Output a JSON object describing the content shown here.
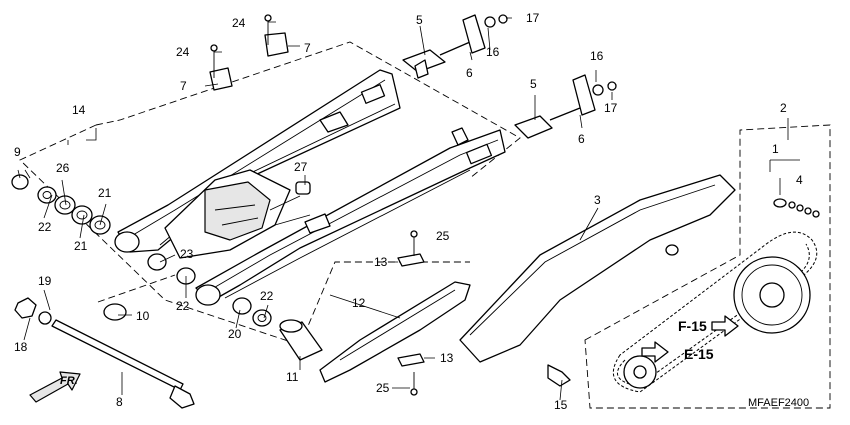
{
  "diagram_code": "MFAEF2400",
  "front_label": "FR.",
  "ref_labels": {
    "f15": "F-15",
    "e15": "E-15"
  },
  "callouts": {
    "c1": "1",
    "c2": "2",
    "c3": "3",
    "c4": "4",
    "c5a": "5",
    "c5b": "5",
    "c6a": "6",
    "c6b": "6",
    "c7a": "7",
    "c7b": "7",
    "c8": "8",
    "c9": "9",
    "c10": "10",
    "c11": "11",
    "c12": "12",
    "c13a": "13",
    "c13b": "13",
    "c14": "14",
    "c15": "15",
    "c16a": "16",
    "c16b": "16",
    "c17a": "17",
    "c17b": "17",
    "c18": "18",
    "c19": "19",
    "c20": "20",
    "c21a": "21",
    "c21b": "21",
    "c22a": "22",
    "c22b": "22",
    "c22c": "22",
    "c23": "23",
    "c24a": "24",
    "c24b": "24",
    "c25a": "25",
    "c25b": "25",
    "c26": "26",
    "c27": "27"
  }
}
